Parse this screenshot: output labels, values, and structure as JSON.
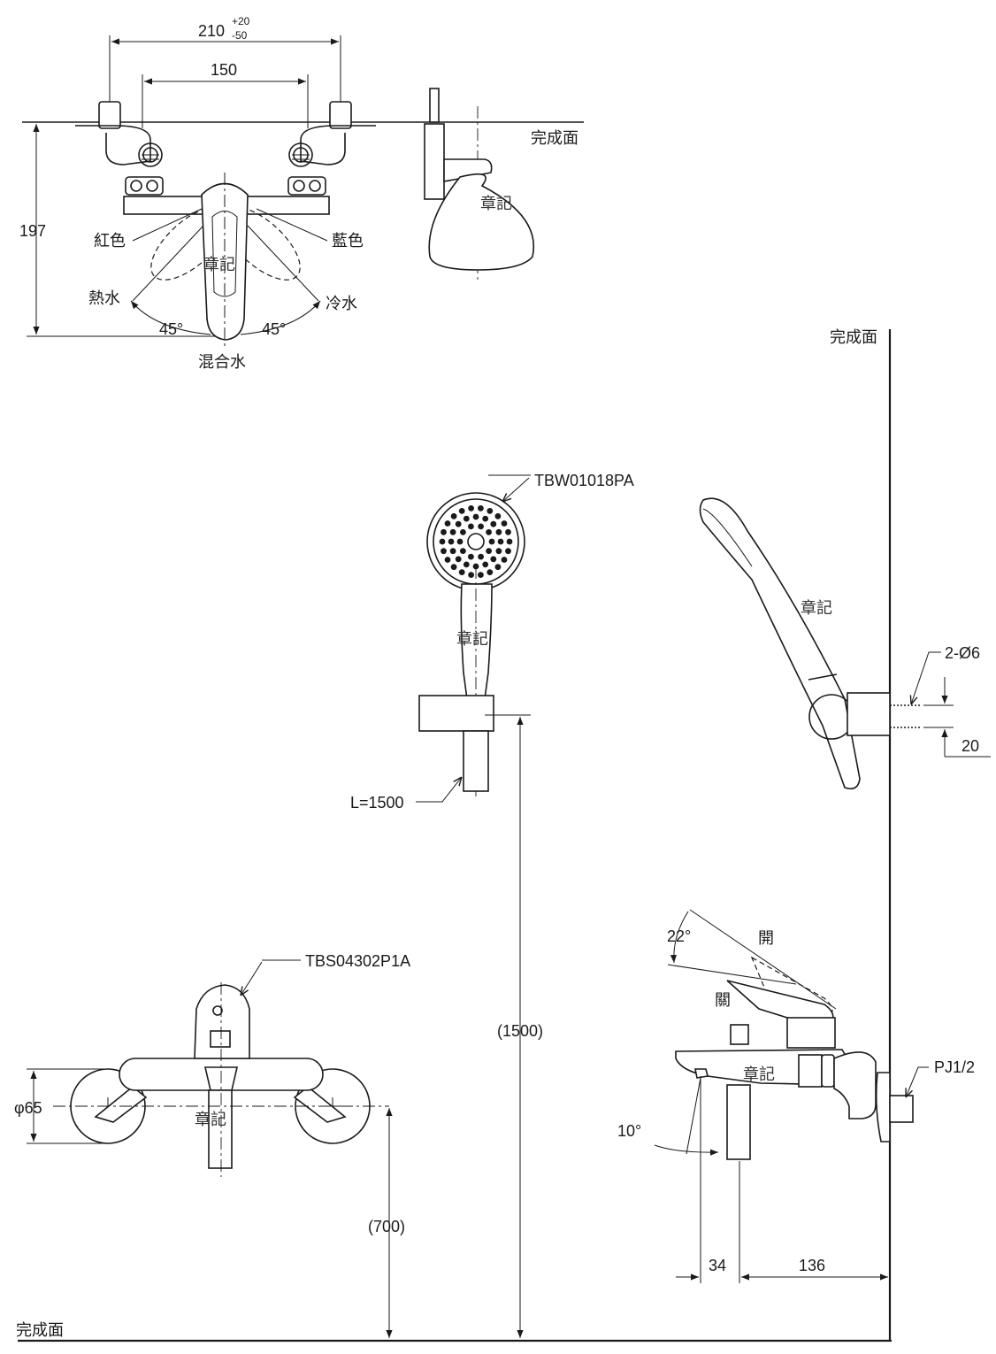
{
  "finished_surface": "完成面",
  "mark": "章記",
  "top_view": {
    "dim_210": "210",
    "tol_plus": "+20",
    "tol_minus": "-50",
    "dim_150": "150",
    "dim_197": "197",
    "red": "紅色",
    "blue": "藍色",
    "hot": "熱水",
    "cold": "冷水",
    "angle_left": "45°",
    "angle_right": "45°",
    "mixed": "混合水"
  },
  "shower": {
    "model": "TBW01018PA",
    "hose_length": "L=1500",
    "screws": "2-Ø6",
    "screw_pitch": "20"
  },
  "faucet_front": {
    "model": "TBS04302P1A",
    "flange_dia": "φ65",
    "height_700": "(700)",
    "height_1500": "(1500)"
  },
  "faucet_side": {
    "angle_22": "22°",
    "open": "開",
    "closed": "關",
    "angle_10": "10°",
    "thread": "PJ1/2",
    "dim_34": "34",
    "dim_136": "136"
  }
}
